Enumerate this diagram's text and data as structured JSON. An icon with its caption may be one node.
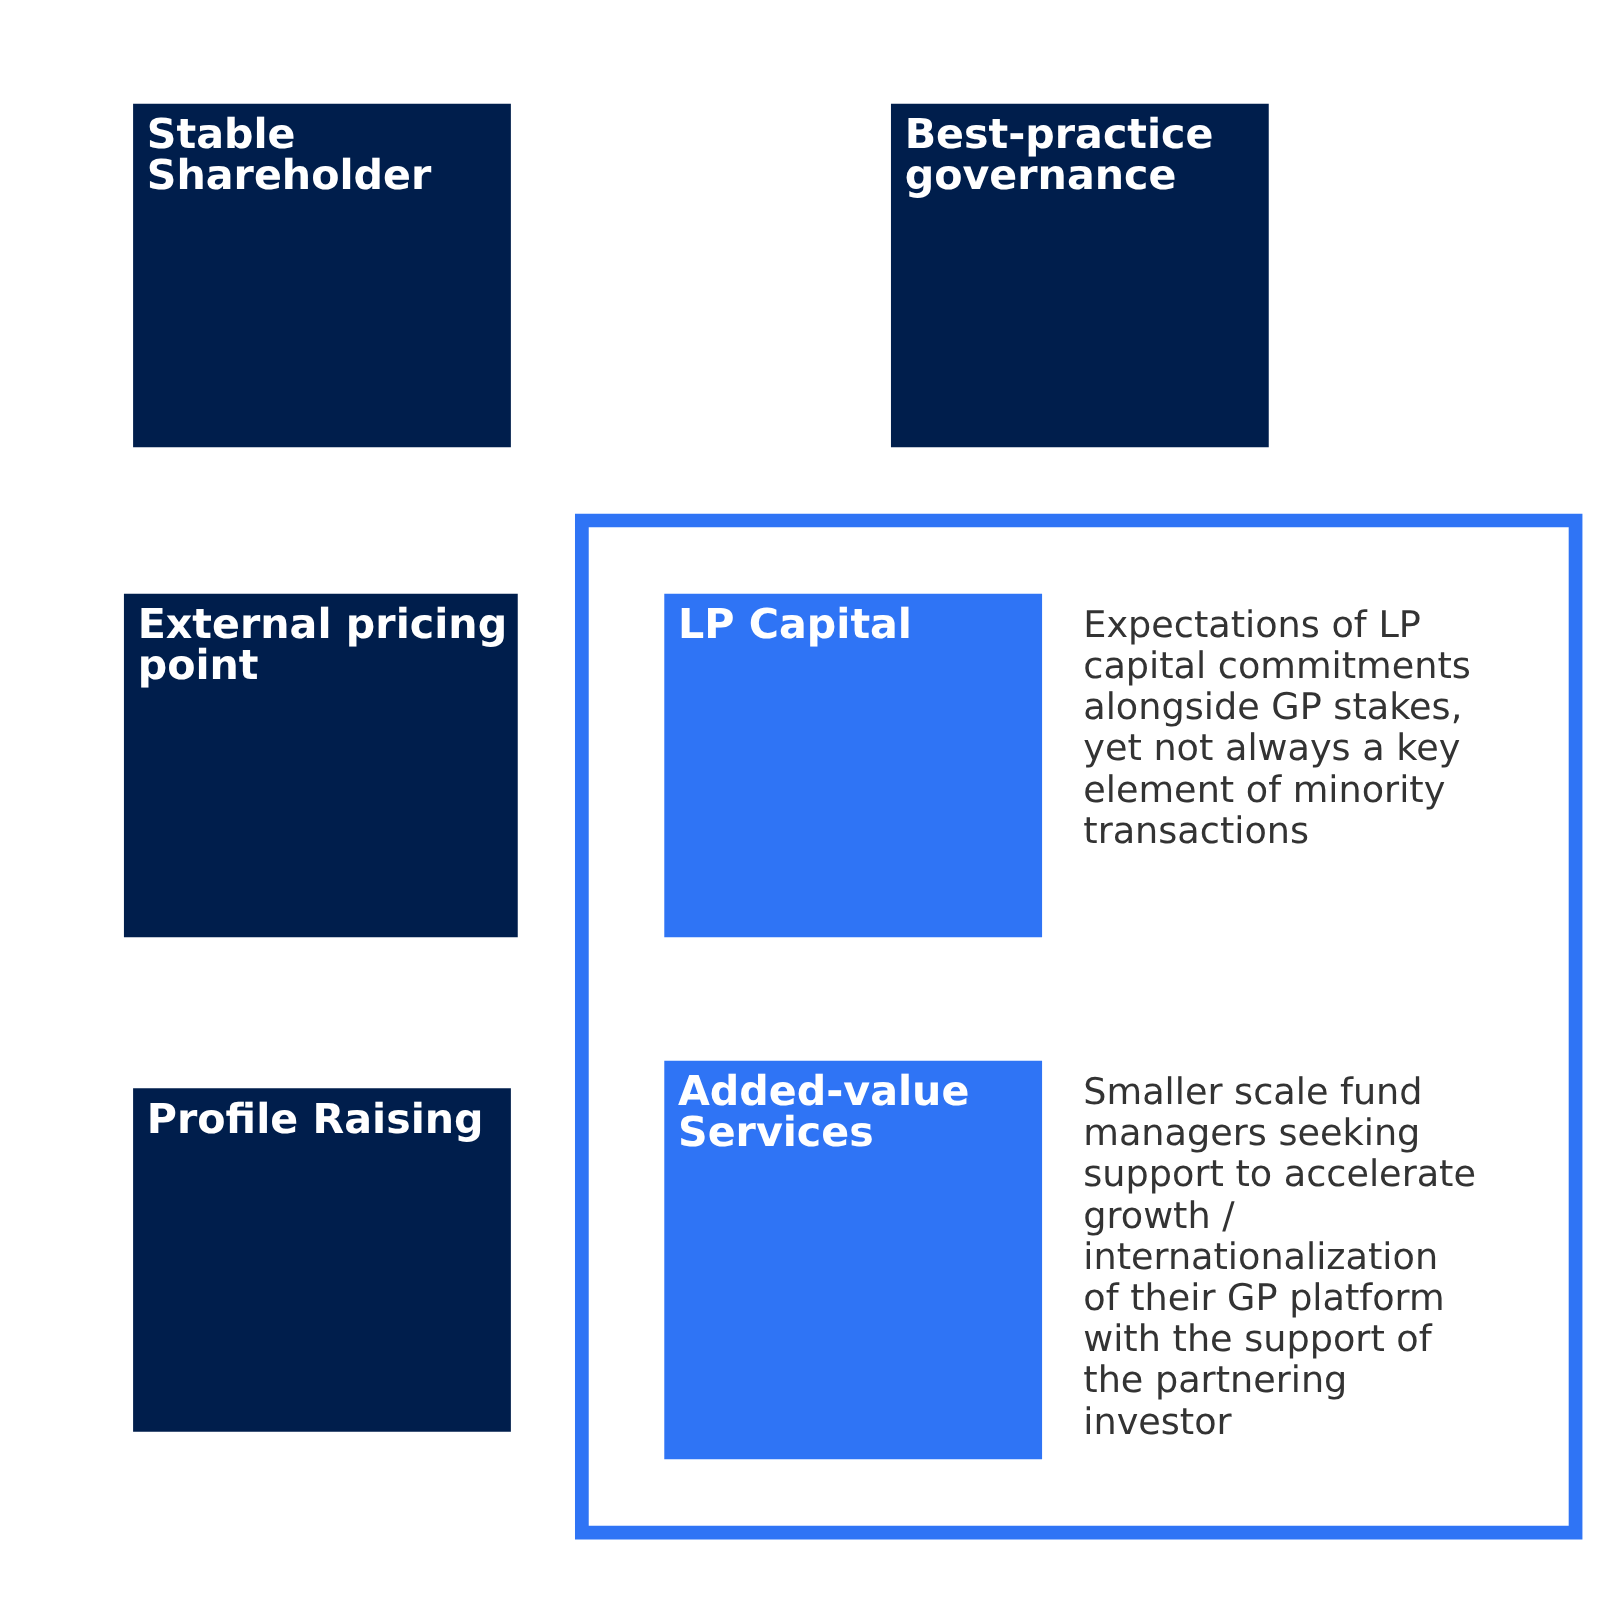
{
  "diagram": {
    "nodes": [
      {
        "text": [
          "Stable Shareholder"
        ]
      },
      {
        "text": [
          "Best-practice governance"
        ]
      },
      {
        "text": [
          "External pricing point"
        ]
      },
      {
        "text": [
          "Profile Raising"
        ]
      },
      {
        "text": [],
        "shape": "box"
      },
      {
        "text": [
          "LP Capital"
        ],
        "in": 4,
        "beside": [
          "Expectations of LP capital commitments alongside GP stakes, yet not always a key element of minority transactions"
        ]
      },
      {
        "text": [
          "Added-value Services"
        ],
        "in": 4,
        "beside": [
          "Smaller scale fund managers seeking support to accelerate growth / internationalization of their GP platform with the support of the partnering investor"
        ]
      }
    ],
    "edges": []
  }
}
